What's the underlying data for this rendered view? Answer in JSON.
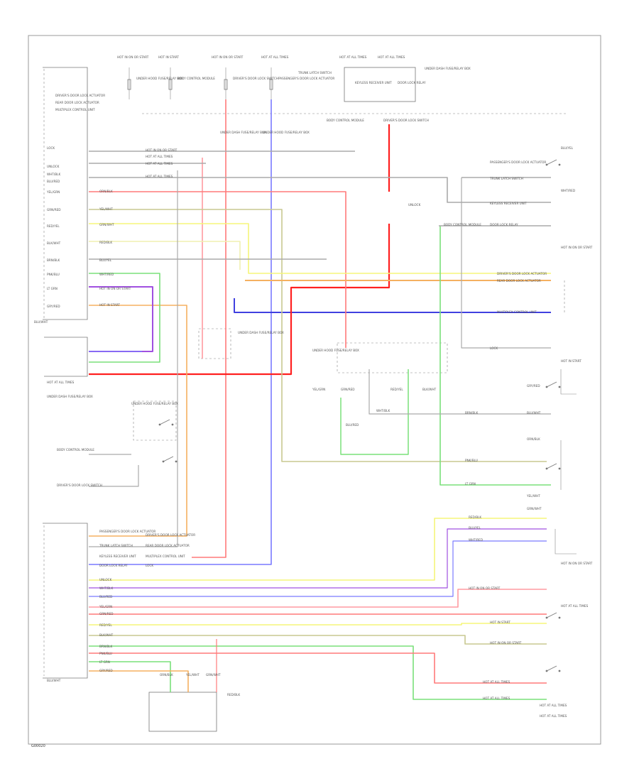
{
  "diagram": {
    "fig_id": "G00020",
    "colors": {
      "frame": "#9a9a9a",
      "red": "#ff7a7a",
      "bright_red": "#ff2020",
      "blue": "#7a7aff",
      "dark_blue": "#4040e0",
      "green": "#7ae07a",
      "yellow": "#f5f57a",
      "orange": "#f5b060",
      "purple": "#a050e0",
      "pink": "#ff9aa0",
      "gray": "#aaaaaa",
      "olive": "#c8c890",
      "cream": "#f0f0b0"
    },
    "blurred_labels": [
      "HOT IN ON OR START",
      "HOT IN START",
      "HOT IN ON OR START",
      "HOT AT ALL TIMES",
      "HOT AT ALL TIMES",
      "HOT AT ALL TIMES",
      "UNDER DASH FUSE/RELAY BOX",
      "UNDER HOOD FUSE/RELAY BOX",
      "BODY CONTROL MODULE",
      "DRIVER'S DOOR LOCK SWITCH",
      "PASSENGER'S DOOR LOCK ACTUATOR",
      "TRUNK LATCH SWITCH",
      "KEYLESS RECEIVER UNIT",
      "DOOR LOCK RELAY",
      "DRIVER'S DOOR LOCK ACTUATOR",
      "REAR DOOR LOCK ACTUATOR",
      "MULTIPLEX CONTROL UNIT",
      "LOCK",
      "UNLOCK",
      "WHT/BLK",
      "BLU/RED",
      "YEL/GRN",
      "GRN/RED",
      "RED/YEL",
      "BLK/WHT",
      "BRN/BLK",
      "PNK/BLU",
      "LT GRN",
      "GRY/RED",
      "BLU/WHT",
      "ORN/BLK",
      "YEL/WHT",
      "GRN/WHT",
      "RED/BLK",
      "BLU/YEL",
      "WHT/RED"
    ]
  }
}
